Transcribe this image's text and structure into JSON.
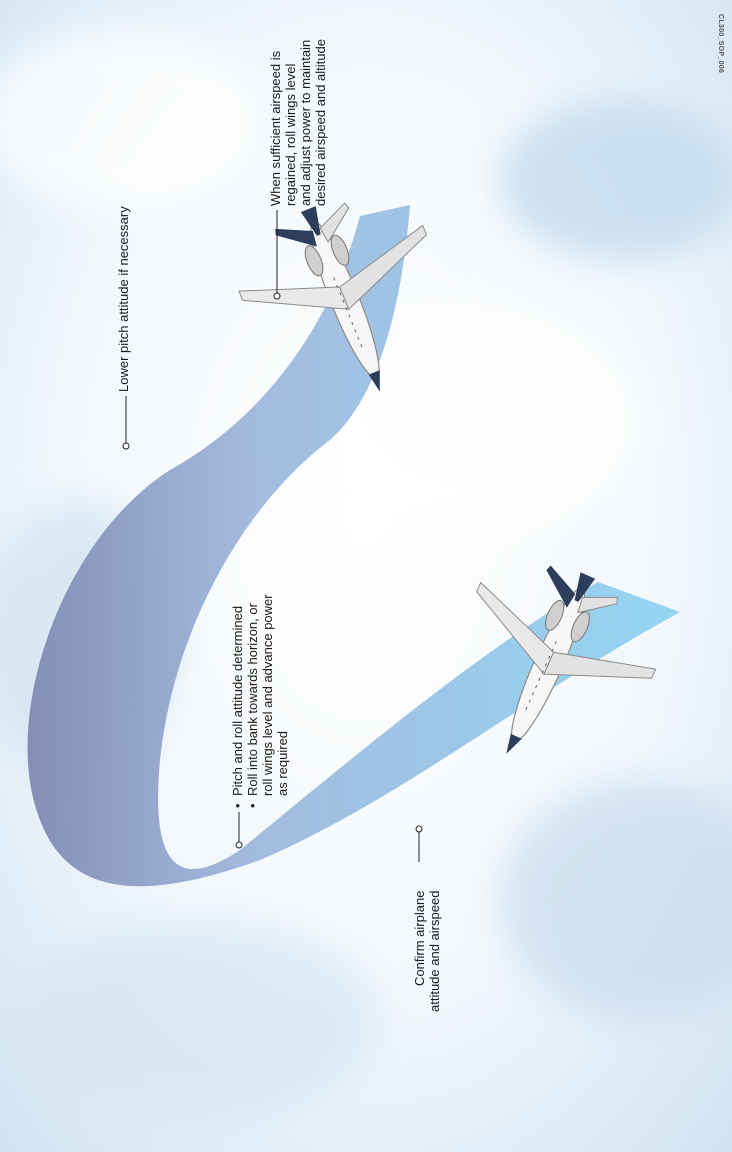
{
  "figure_code": "CL300_SOP_006",
  "callouts": {
    "lower_pitch": "Lower pitch attitude if necessary",
    "wings_level": [
      "When sufficient airspeed is",
      "regained, roll wings level",
      "and adjust power to maintain",
      "desired airspeed and altitude"
    ],
    "pitch_roll": [
      "Pitch and roll attitude determined",
      "Roll into bank towards horizon, or",
      "roll wings level and advance power",
      "as required"
    ],
    "confirm": [
      "Confirm airplane",
      "attitude and airspeed"
    ]
  },
  "colors": {
    "path_light": "#8fd4f2",
    "path_dark": "#7f8ab4",
    "sky": "#dcebf6",
    "leader": "#222222"
  }
}
